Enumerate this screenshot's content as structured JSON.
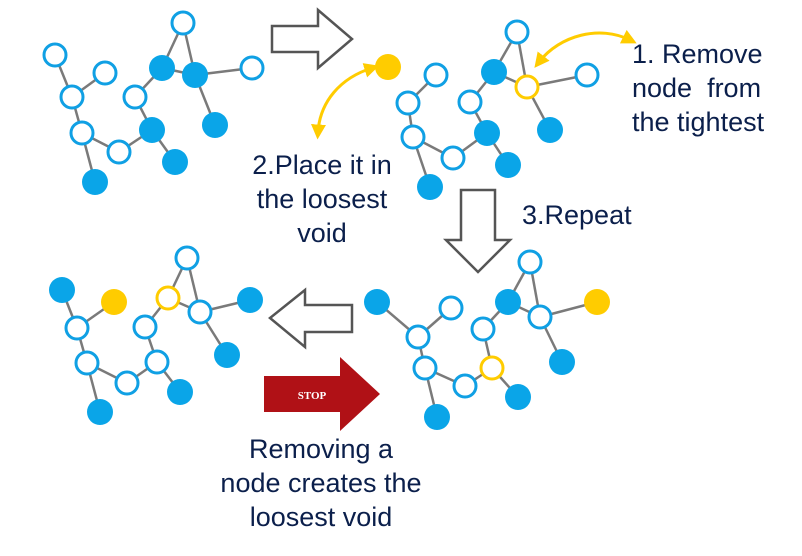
{
  "labels": {
    "step1": [
      "1. Remove",
      "node  from",
      "the tightest"
    ],
    "step2": [
      "2.Place it in",
      "the loosest",
      "void"
    ],
    "step3": "3.Repeat",
    "stop_sign": "STOP",
    "conclusion": [
      "Removing a",
      "node creates the",
      "loosest void"
    ]
  },
  "colors": {
    "filled_node": "#0aa5e8",
    "open_node_stroke": "#10a0e4",
    "highlight_yellow": "#ffcc00",
    "edge": "#7a7a7a",
    "arrow_outline": "#555555",
    "stop_arrow": "#b01116",
    "text": "#0b1f4b"
  },
  "diagram": {
    "panel_count": 4,
    "panels": [
      "initial-network",
      "after-removal",
      "after-placement",
      "stop-state"
    ]
  }
}
